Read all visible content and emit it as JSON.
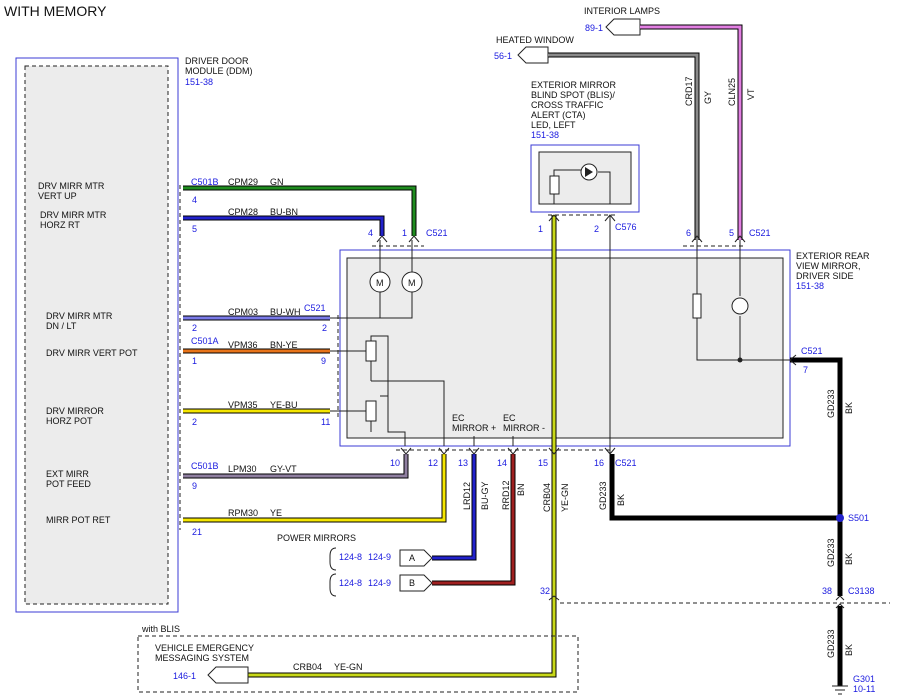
{
  "title": "WITH MEMORY",
  "ddm": {
    "name_line1": "DRIVER DOOR",
    "name_line2": "MODULE (DDM)",
    "ref": "151-38",
    "pins": [
      {
        "label1": "DRV MIRR MTR",
        "label2": "VERT UP",
        "connector": "C501B",
        "pin": "4",
        "circuit": "CPM29",
        "color": "GN"
      },
      {
        "label1": "DRV MIRR MTR",
        "label2": "HORZ RT",
        "connector": "",
        "pin": "5",
        "circuit": "CPM28",
        "color": "BU-BN"
      },
      {
        "label1": "DRV MIRR MTR",
        "label2": "DN / LT",
        "connector": "",
        "pin": "2",
        "circuit": "CPM03",
        "color": "BU-WH"
      },
      {
        "label1": "DRV MIRR VERT POT",
        "label2": "",
        "connector": "C501A",
        "pin": "1",
        "circuit": "VPM36",
        "color": "BN-YE"
      },
      {
        "label1": "DRV MIRROR",
        "label2": "HORZ POT",
        "connector": "",
        "pin": "2",
        "circuit": "VPM35",
        "color": "YE-BU"
      },
      {
        "label1": "EXT MIRR",
        "label2": "POT FEED",
        "connector": "C501B",
        "pin": "9",
        "circuit": "LPM30",
        "color": "GY-VT"
      },
      {
        "label1": "MIRR POT RET",
        "label2": "",
        "connector": "",
        "pin": "21",
        "circuit": "RPM30",
        "color": "YE"
      }
    ]
  },
  "mirror": {
    "name_line1": "EXTERIOR REAR",
    "name_line2": "VIEW MIRROR,",
    "name_line3": "DRIVER SIDE",
    "ref": "151-38",
    "connector_top": "C521",
    "connector_bus": "C521",
    "connector_right": "C521",
    "connector_bottom": "C521",
    "c576": "C576",
    "pins_top": [
      "4",
      "1",
      "1",
      "2",
      "6",
      "5"
    ],
    "pin_right": "7",
    "pin_bus": "2",
    "pin_9": "9",
    "pin_11": "11",
    "pins_bottom": [
      "10",
      "12",
      "13",
      "14",
      "15",
      "16"
    ],
    "ec_plus_1": "EC",
    "ec_plus_2": "MIRROR +",
    "ec_minus_1": "EC",
    "ec_minus_2": "MIRROR -",
    "motor_label": "M"
  },
  "blis": {
    "line1": "EXTERIOR MIRROR",
    "line2": "BLIND SPOT (BLIS)/",
    "line3": "CROSS TRAFFIC",
    "line4": "ALERT (CTA)",
    "line5": "LED, LEFT",
    "ref": "151-38"
  },
  "heated_window": {
    "label": "HEATED WINDOW",
    "ref": "56-1",
    "circuit": "CRD17",
    "color": "GY"
  },
  "interior_lamps": {
    "label": "INTERIOR LAMPS",
    "ref": "89-1",
    "circuit": "CLN25",
    "color": "VT"
  },
  "ground_wire": {
    "circuit": "GD233",
    "color": "BK",
    "splice": "S501",
    "connector": "C3138",
    "pin": "38",
    "ground": "G301",
    "ground_ref": "10-11"
  },
  "bottom_wires": [
    {
      "circuit": "LRD12",
      "color": "BU-GY"
    },
    {
      "circuit": "RRD12",
      "color": "BN"
    },
    {
      "circuit": "CRB04",
      "color": "YE-GN"
    },
    {
      "circuit": "GD233",
      "color": "BK"
    }
  ],
  "power_mirrors": {
    "label": "POWER MIRRORS",
    "a": {
      "ref1": "124-8",
      "ref2": "124-9",
      "letter": "A"
    },
    "b": {
      "ref1": "124-8",
      "ref2": "124-9",
      "letter": "B"
    }
  },
  "blis_opt": {
    "label": "with BLIS",
    "line1": "VEHICLE EMERGENCY",
    "line2": "MESSAGING SYSTEM",
    "ref": "146-1",
    "circuit": "CRB04",
    "color": "YE-GN",
    "pin": "32"
  },
  "colors": {
    "green": "#1f8c1f",
    "blue": "#2222cc",
    "orange": "#e8741a",
    "yellow": "#f5e600",
    "gray": "#8a8a8a",
    "violet_gray": "#8f7fa0",
    "red": "#a02020",
    "violet": "#e27fe2",
    "black": "#000000"
  }
}
